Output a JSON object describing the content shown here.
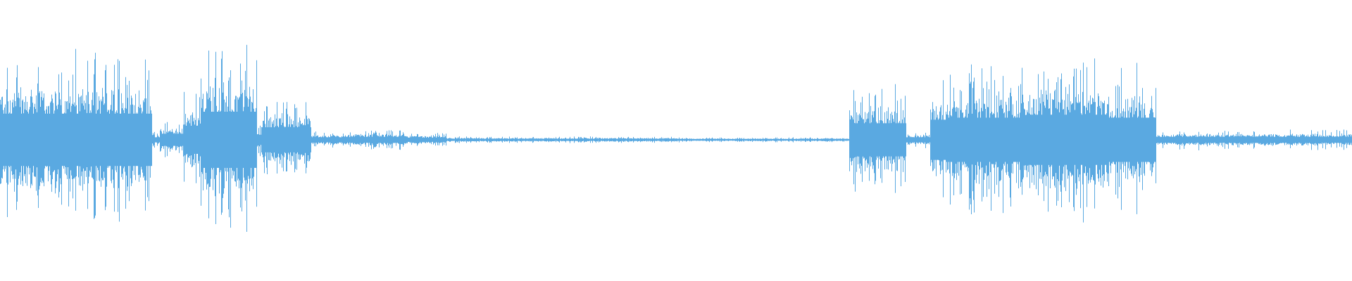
{
  "waveform": {
    "color": "#5aa9e1",
    "background": "#ffffff",
    "segments": [
      {
        "from": 0.0,
        "to": 0.112,
        "amp": 0.52
      },
      {
        "from": 0.112,
        "to": 0.118,
        "amp": 0.05
      },
      {
        "from": 0.118,
        "to": 0.135,
        "amp": 0.12
      },
      {
        "from": 0.135,
        "to": 0.148,
        "amp": 0.28
      },
      {
        "from": 0.148,
        "to": 0.19,
        "amp": 0.56
      },
      {
        "from": 0.19,
        "to": 0.193,
        "amp": 0.1
      },
      {
        "from": 0.193,
        "to": 0.23,
        "amp": 0.25
      },
      {
        "from": 0.23,
        "to": 0.26,
        "amp": 0.05
      },
      {
        "from": 0.26,
        "to": 0.3,
        "amp": 0.06
      },
      {
        "from": 0.3,
        "to": 0.33,
        "amp": 0.04
      },
      {
        "from": 0.33,
        "to": 0.5,
        "amp": 0.02
      },
      {
        "from": 0.5,
        "to": 0.628,
        "amp": 0.015
      },
      {
        "from": 0.628,
        "to": 0.67,
        "amp": 0.33
      },
      {
        "from": 0.67,
        "to": 0.688,
        "amp": 0.05
      },
      {
        "from": 0.688,
        "to": 0.7,
        "amp": 0.4
      },
      {
        "from": 0.7,
        "to": 0.76,
        "amp": 0.44
      },
      {
        "from": 0.76,
        "to": 0.82,
        "amp": 0.5
      },
      {
        "from": 0.82,
        "to": 0.855,
        "amp": 0.44
      },
      {
        "from": 0.855,
        "to": 0.858,
        "amp": 0.06
      },
      {
        "from": 0.858,
        "to": 1.0,
        "amp": 0.06
      }
    ]
  }
}
